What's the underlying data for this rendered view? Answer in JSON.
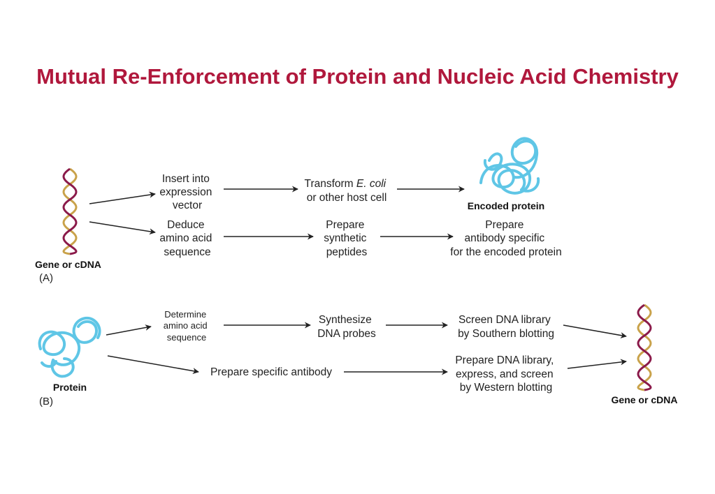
{
  "title": "Mutual Re-Enforcement of Protein and Nucleic Acid Chemistry",
  "panel_a": {
    "label": "(A)",
    "source": "Gene or cDNA",
    "insert_vector": [
      "Insert into",
      "expression",
      "vector"
    ],
    "transform_pre": "Transform ",
    "transform_italic": "E. coli",
    "transform_line2": "or other host cell",
    "encoded_protein": "Encoded protein",
    "deduce": [
      "Deduce",
      "amino acid",
      "sequence"
    ],
    "prepare_peptides": [
      "Prepare",
      "synthetic",
      "peptides"
    ],
    "prepare_antibody": [
      "Prepare",
      "antibody specific",
      "for the encoded protein"
    ]
  },
  "panel_b": {
    "label": "(B)",
    "source": "Protein",
    "determine": [
      "Determine",
      "amino acid",
      "sequence"
    ],
    "synthesize": [
      "Synthesize",
      "DNA probes"
    ],
    "screen_southern": [
      "Screen DNA library",
      "by Southern blotting"
    ],
    "prepare_specific_antibody": "Prepare specific antibody",
    "prepare_western": [
      "Prepare DNA library,",
      "express, and screen",
      "by Western blotting"
    ],
    "result": "Gene or cDNA"
  },
  "colors": {
    "title": "#b0183c",
    "dna_strand_1": "#8b1a4a",
    "dna_strand_2": "#c9a24a",
    "protein": "#5fc6e6"
  }
}
